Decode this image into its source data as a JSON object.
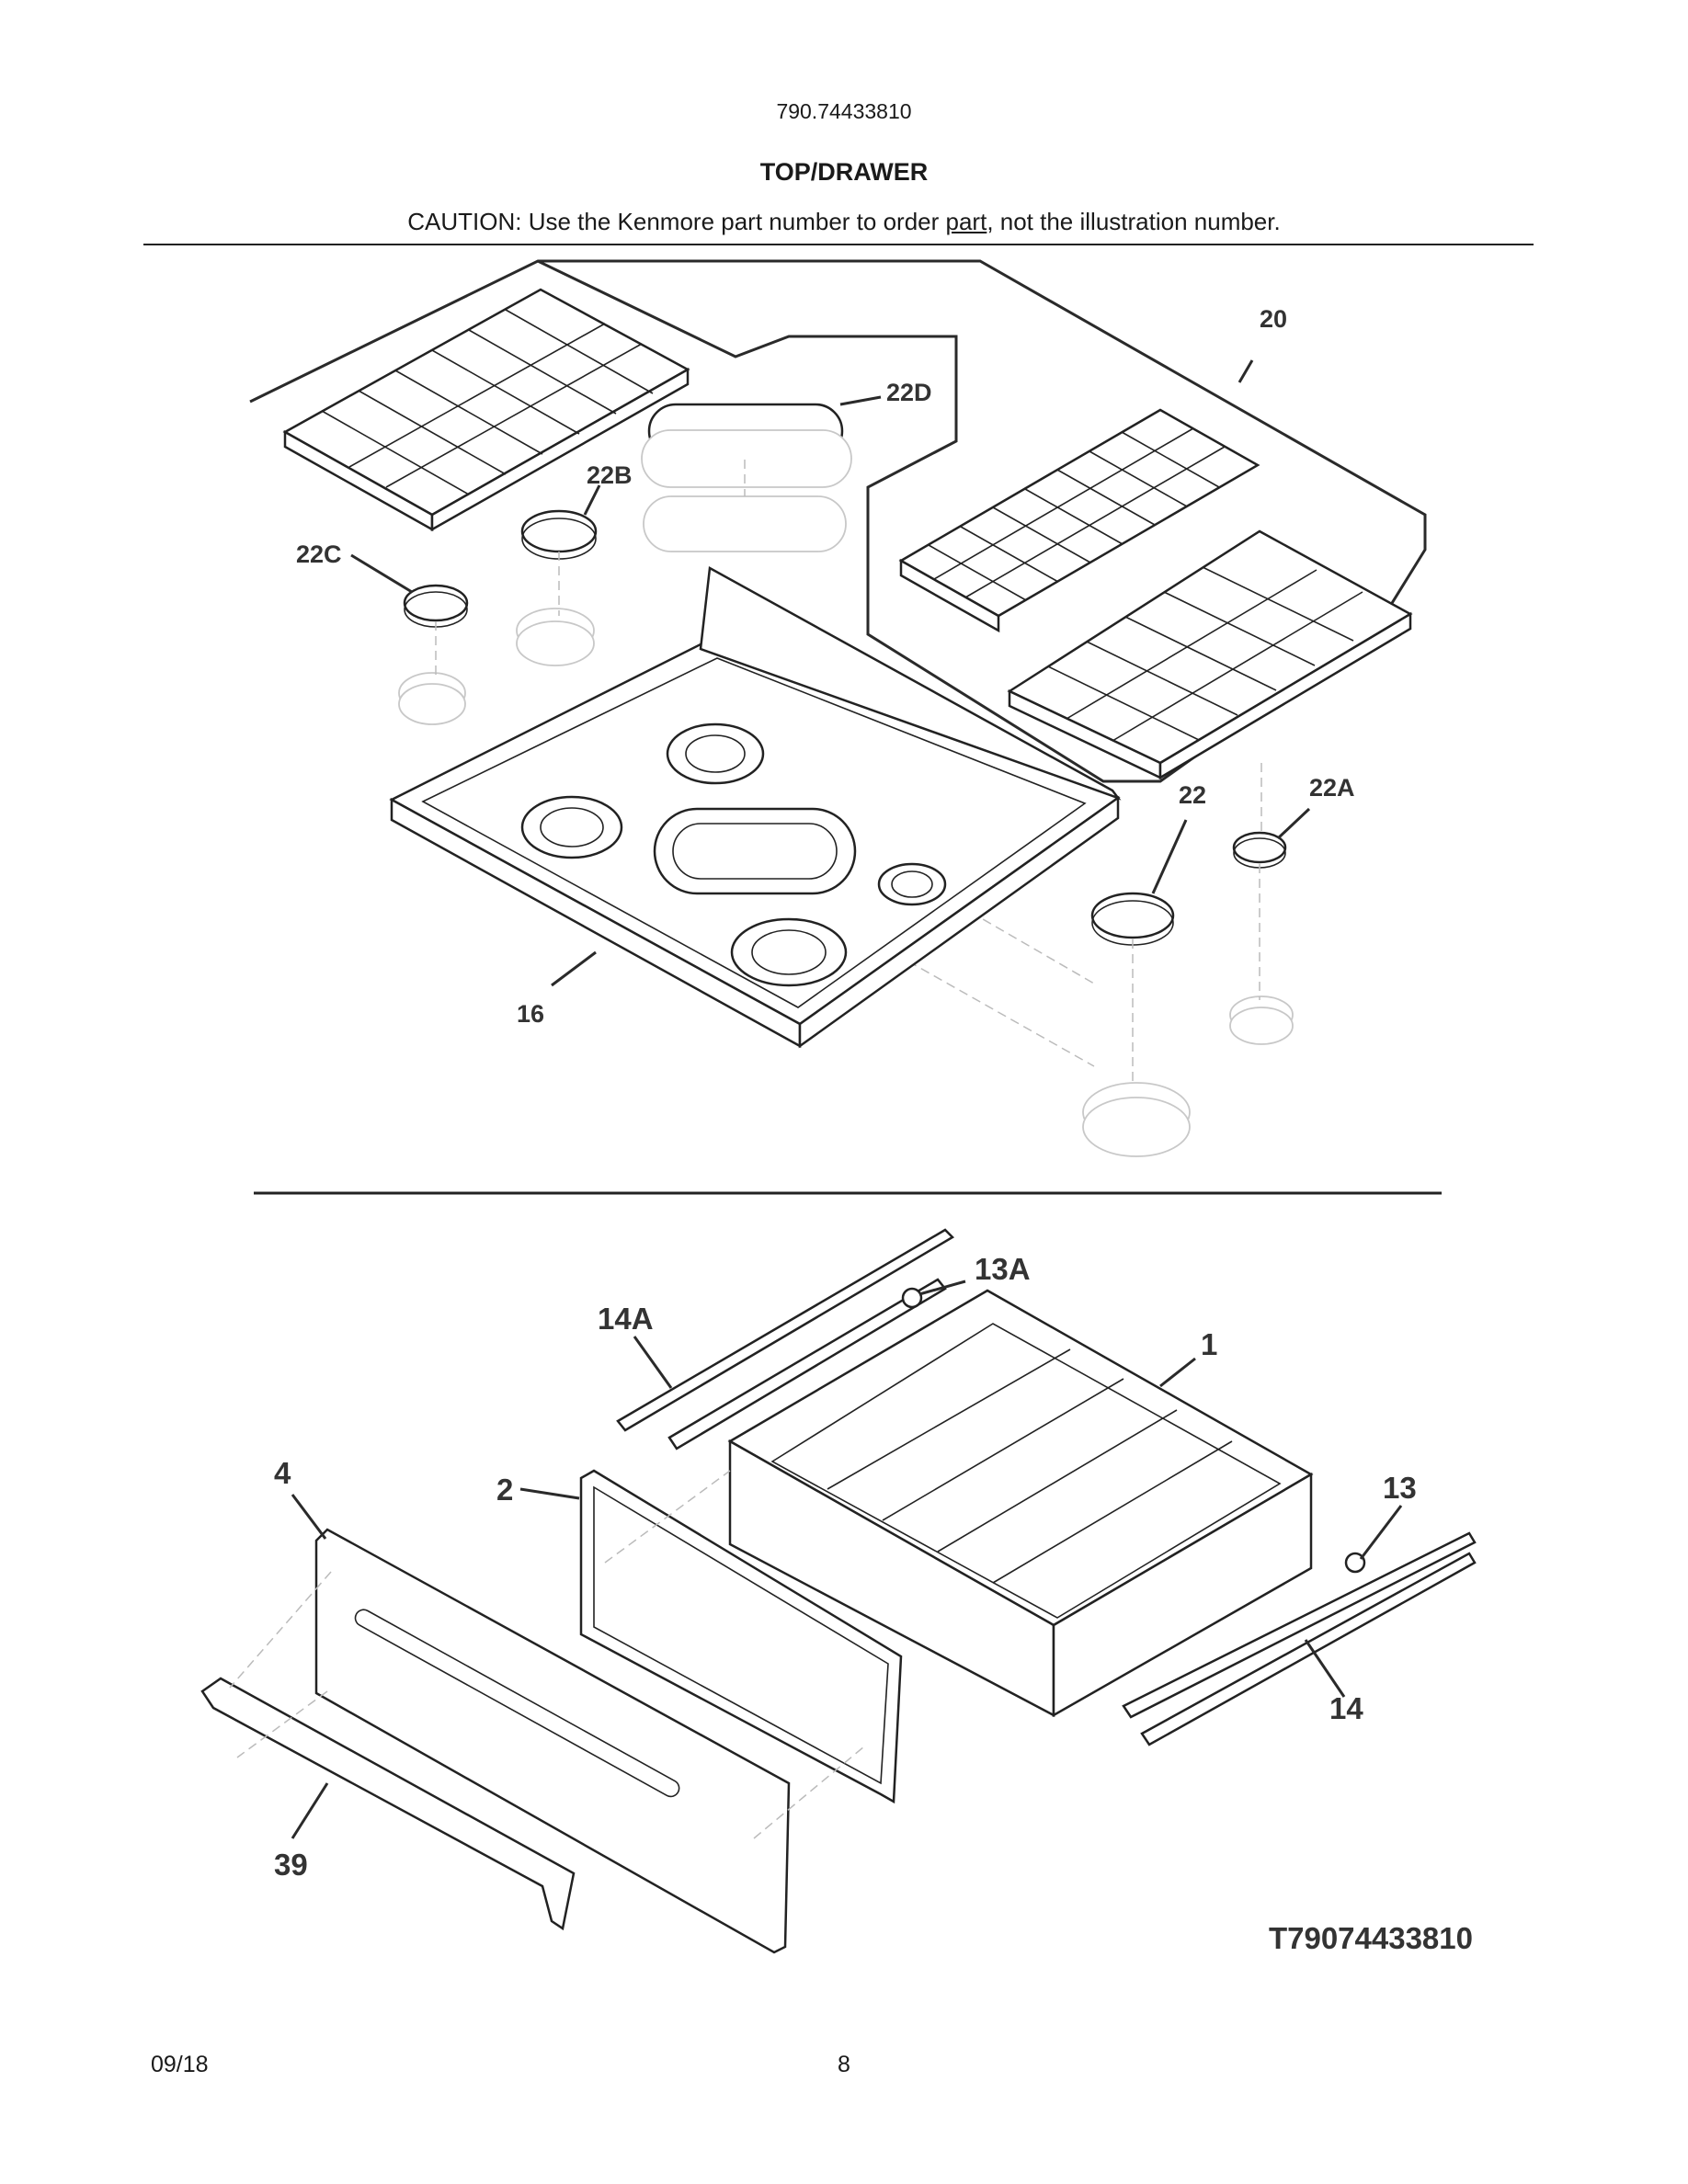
{
  "header": {
    "model_number": "790.74433810",
    "section_title": "TOP/DRAWER",
    "caution": {
      "prefix": "CAUTION: Use the Kenmore part number to order ",
      "underlined": "part",
      "suffix": ", not the illustration number."
    }
  },
  "diagram": {
    "callouts": {
      "c20": "20",
      "c22d": "22D",
      "c22b": "22B",
      "c22c": "22C",
      "c22": "22",
      "c22a": "22A",
      "c16": "16",
      "c13a": "13A",
      "c14a": "14A",
      "c1": "1",
      "c4": "4",
      "c2": "2",
      "c13": "13",
      "c14": "14",
      "c39": "39"
    },
    "drawing_number": "T79074433810"
  },
  "footer": {
    "date": "09/18",
    "page_number": "8"
  }
}
